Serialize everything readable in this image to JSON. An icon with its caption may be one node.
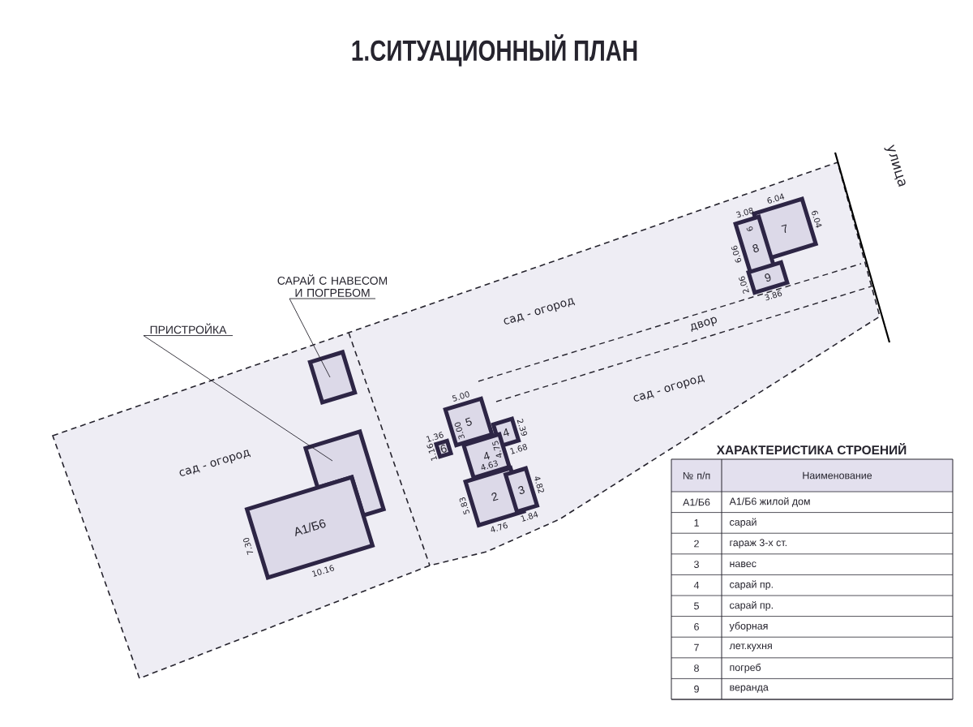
{
  "diagram": {
    "title": "1.СИТУАЦИОННЫЙ ПЛАН",
    "nodes": [
      {
        "text": [
          "САРАЙ С НАВЕСОМ И ПОГРЕБОМ"
        ]
      },
      {
        "text": [],
        "shape": "box"
      },
      {
        "text": [
          "ПРИСТРОЙКА"
        ]
      },
      {
        "text": [],
        "shape": "box"
      },
      {
        "text": [
          "А1/Б6"
        ]
      },
      {
        "text": [
          "5"
        ]
      },
      {
        "text": [
          "6"
        ]
      },
      {
        "text": [
          "4"
        ]
      },
      {
        "text": [
          "4"
        ]
      },
      {
        "text": [
          "2"
        ]
      },
      {
        "text": [
          "3"
        ]
      },
      {
        "text": [
          "7"
        ]
      },
      {
        "text": [
          "8"
        ]
      },
      {
        "text": [
          "9"
        ]
      }
    ],
    "edges": [
      {
        "from": 0,
        "to": 1,
        "arrow": "none"
      },
      {
        "from": 2,
        "to": 3,
        "arrow": "none"
      }
    ],
    "labels": [
      "3.08",
      "6.04",
      "6.04",
      "9",
      "6.06",
      "2.06",
      "3.86",
      "сад - огород",
      "двор",
      "улица",
      "5.00",
      "1.36",
      "3.00",
      "1.16",
      "4.75",
      "2.39",
      "1.68",
      "4.63",
      "4.82",
      "5.83",
      "4.76",
      "1.84",
      "сад - огород",
      "7.30",
      "10.16",
      "сад - огород",
      "ХАРАКТЕРИСТИКА СТРОЕНИЙ",
      "№ п/п",
      "Наименование",
      "А1/Б6",
      "А1/Б6 жилой дом",
      "1",
      "сарай",
      "2",
      "гараж 3-х ст.",
      "3",
      "навес",
      "4",
      "сарай пр.",
      "5",
      "сарай пр.",
      "6",
      "уборная",
      "7",
      "лет.кухня",
      "8",
      "погреб",
      "9",
      "веранда"
    ]
  }
}
